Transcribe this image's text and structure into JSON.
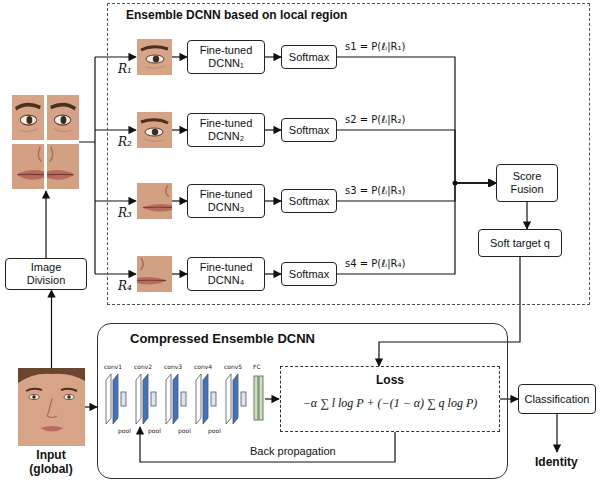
{
  "diagram": {
    "nodes": [
      {
        "text": [
          "Ensemble DCNN based on local region"
        ]
      },
      {
        "text": [
          "R₁"
        ],
        "in": 0
      },
      {
        "text": [
          "Fine-tuned DCNN₁"
        ],
        "in": 0
      },
      {
        "text": [
          "Softmax"
        ],
        "in": 0
      },
      {
        "text": [
          "R₂"
        ],
        "in": 0
      },
      {
        "text": [
          "Fine-tuned DCNN₂"
        ],
        "in": 0
      },
      {
        "text": [
          "Softmax"
        ],
        "in": 0
      },
      {
        "text": [
          "R₃"
        ],
        "in": 0
      },
      {
        "text": [
          "Fine-tuned DCNN₃"
        ],
        "in": 0
      },
      {
        "text": [
          "Softmax"
        ],
        "in": 0
      },
      {
        "text": [
          "R₄"
        ],
        "in": 0
      },
      {
        "text": [
          "Fine-tuned DCNN₄"
        ],
        "in": 0
      },
      {
        "text": [
          "Softmax"
        ],
        "in": 0
      },
      {
        "text": [
          "Score Fusion"
        ],
        "in": 0
      },
      {
        "text": [
          "Soft target q"
        ],
        "in": 0
      },
      {
        "text": [
          "Image Division"
        ]
      },
      {
        "text": [
          "Input (global)"
        ]
      },
      {
        "text": [
          "Compressed Ensemble DCNN"
        ]
      },
      {
        "text": [
          "Loss",
          "−α ∑ l log P + (−(1 − α) ∑ q log P)"
        ],
        "in": 17
      },
      {
        "text": [
          "Classification"
        ]
      }
    ],
    "edges": [
      {
        "from": 16,
        "to": 15,
        "arrow": "to"
      },
      {
        "from": 1,
        "to": 2,
        "arrow": "to"
      },
      {
        "from": 2,
        "to": 3,
        "arrow": "to"
      },
      {
        "from": 4,
        "to": 5,
        "arrow": "to"
      },
      {
        "from": 5,
        "to": 6,
        "arrow": "to"
      },
      {
        "from": 7,
        "to": 8,
        "arrow": "to"
      },
      {
        "from": 8,
        "to": 9,
        "arrow": "to"
      },
      {
        "from": 10,
        "to": 11,
        "arrow": "to"
      },
      {
        "from": 11,
        "to": 12,
        "arrow": "to"
      },
      {
        "from": 3,
        "to": 13,
        "label": "s1 = P(ℓᵢ|R₁)",
        "arrow": "to"
      },
      {
        "from": 6,
        "to": 13,
        "label": "s2 = P(ℓᵢ|R₂)",
        "arrow": "to"
      },
      {
        "from": 9,
        "to": 13,
        "label": "s3 = P(ℓᵢ|R₃)",
        "arrow": "to"
      },
      {
        "from": 12,
        "to": 13,
        "label": "s4 = P(ℓᵢ|R₄)",
        "arrow": "to"
      },
      {
        "from": 13,
        "to": 14,
        "arrow": "to"
      },
      {
        "from": 14,
        "to": 18,
        "arrow": "to"
      },
      {
        "from": 18,
        "to": 19,
        "arrow": "to"
      },
      {
        "from": 16,
        "to": 17,
        "arrow": "to"
      }
    ],
    "labels": [
      "conv1",
      "conv2",
      "conv3",
      "conv4",
      "conv5",
      "FC",
      "pool",
      "pool",
      "pool",
      "pool",
      "Back propagation",
      "Identity"
    ]
  }
}
